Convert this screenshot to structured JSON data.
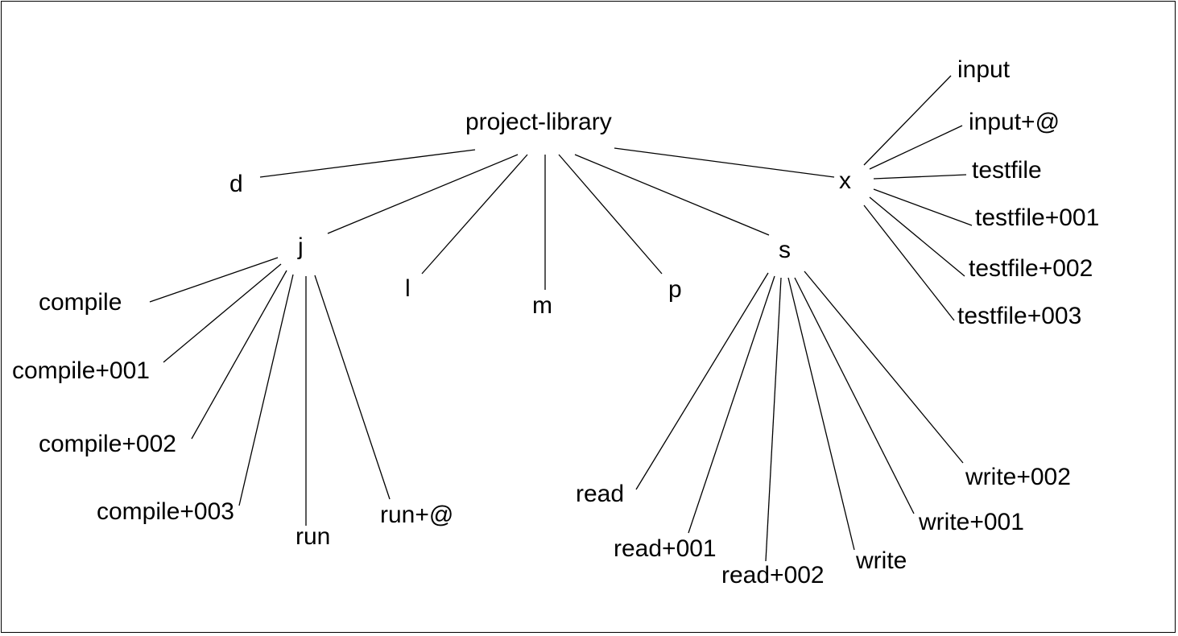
{
  "colors": {
    "line": "#000000",
    "text": "#000000",
    "background": "#ffffff"
  },
  "tree": {
    "root": "project-library",
    "children": [
      {
        "id": "d",
        "label": "d"
      },
      {
        "id": "j",
        "label": "j",
        "children": [
          {
            "id": "compile",
            "label": "compile"
          },
          {
            "id": "compile-001",
            "label": "compile+001"
          },
          {
            "id": "compile-002",
            "label": "compile+002"
          },
          {
            "id": "compile-003",
            "label": "compile+003"
          },
          {
            "id": "run",
            "label": "run"
          },
          {
            "id": "run-at",
            "label": "run+@"
          }
        ]
      },
      {
        "id": "l",
        "label": "l"
      },
      {
        "id": "m",
        "label": "m"
      },
      {
        "id": "p",
        "label": "p"
      },
      {
        "id": "s",
        "label": "s",
        "children": [
          {
            "id": "read",
            "label": "read"
          },
          {
            "id": "read-001",
            "label": "read+001"
          },
          {
            "id": "read-002",
            "label": "read+002"
          },
          {
            "id": "write",
            "label": "write"
          },
          {
            "id": "write-001",
            "label": "write+001"
          },
          {
            "id": "write-002",
            "label": "write+002"
          }
        ]
      },
      {
        "id": "x",
        "label": "x",
        "children": [
          {
            "id": "input",
            "label": "input"
          },
          {
            "id": "input-at",
            "label": "input+@"
          },
          {
            "id": "testfile",
            "label": "testfile"
          },
          {
            "id": "testfile-001",
            "label": "testfile+001"
          },
          {
            "id": "testfile-002",
            "label": "testfile+002"
          },
          {
            "id": "testfile-003",
            "label": "testfile+003"
          }
        ]
      }
    ]
  }
}
